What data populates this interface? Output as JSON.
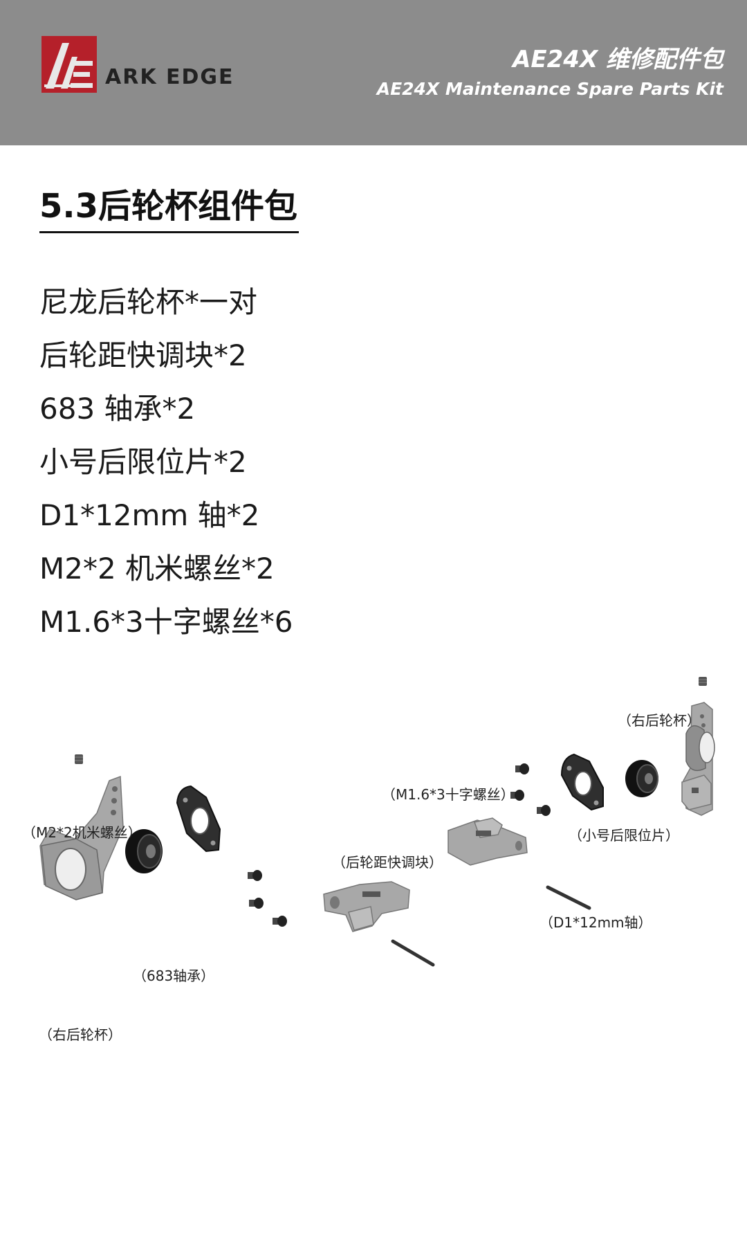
{
  "header": {
    "brand": "ARK EDGE",
    "title_cn": "AE24X 维修配件包",
    "title_en": "AE24X Maintenance Spare Parts Kit",
    "background_color": "#8c8c8c",
    "logo_color": "#b5202a"
  },
  "section": {
    "title": "5.3后轮杯组件包"
  },
  "parts": [
    "尼龙后轮杯*一对",
    "后轮距快调块*2",
    "683 轴承*2",
    "小号后限位片*2",
    "D1*12mm 轴*2",
    "M2*2 机米螺丝*2",
    "M1.6*3十字螺丝*6"
  ],
  "diagram": {
    "labels": {
      "right_cup_top": "（右后轮杯）",
      "m16_screw": "（M1.6*3十字螺丝）",
      "small_limit": "（小号后限位片）",
      "m2_screw": "（M2*2机米螺丝）",
      "quick_adjust": "（后轮距快调块）",
      "shaft": "（D1*12mm轴）",
      "bearing": "（683轴承）",
      "right_cup_bottom": "（右后轮杯）"
    }
  }
}
